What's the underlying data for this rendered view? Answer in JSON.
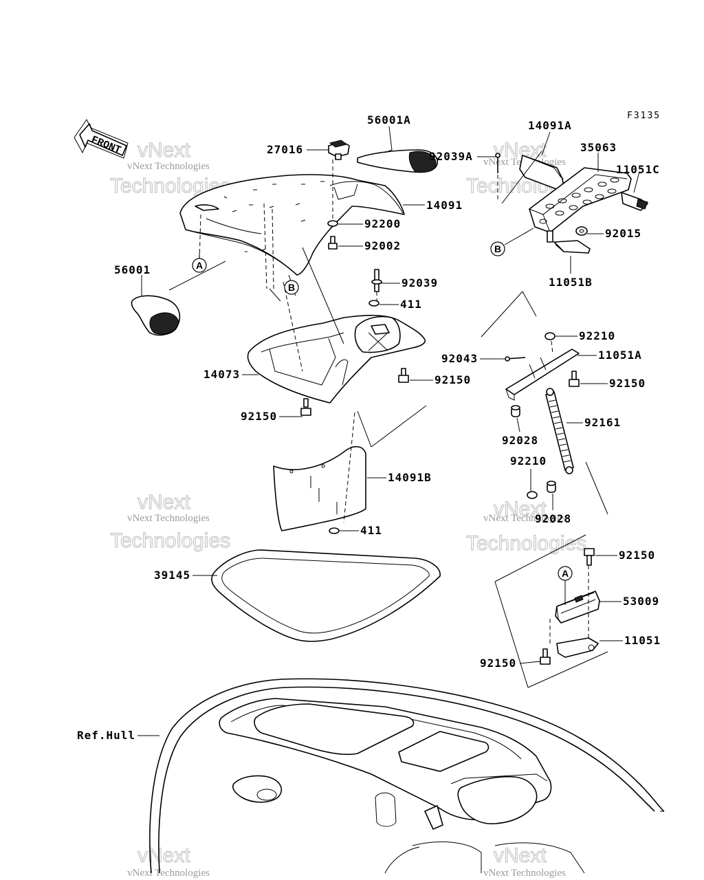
{
  "figure_code": "F3135",
  "front_label": "FRONT",
  "watermark": {
    "line1": "vNext",
    "line2": "Technologies",
    "small": "vNext Technologies"
  },
  "ref_markers": {
    "a": "A",
    "b": "B"
  },
  "labels": {
    "p56001A": "56001A",
    "p27016": "27016",
    "p14091": "14091",
    "p92200": "92200",
    "p92002": "92002",
    "p56001": "56001",
    "p92039": "92039",
    "p411a": "411",
    "p14073": "14073",
    "p92150a": "92150",
    "p92150b": "92150",
    "p14091B": "14091B",
    "p411b": "411",
    "p39145": "39145",
    "pRefHull": "Ref.Hull",
    "p14091A": "14091A",
    "p35063": "35063",
    "p92039A": "92039A",
    "p11051C": "11051C",
    "p92015": "92015",
    "p11051B": "11051B",
    "p92210a": "92210",
    "p92043": "92043",
    "p11051A": "11051A",
    "p92150c": "92150",
    "p92028a": "92028",
    "p92161": "92161",
    "p92210b": "92210",
    "p92028b": "92028",
    "p92150d": "92150",
    "p53009": "53009",
    "p11051": "11051",
    "p92150e": "92150"
  }
}
